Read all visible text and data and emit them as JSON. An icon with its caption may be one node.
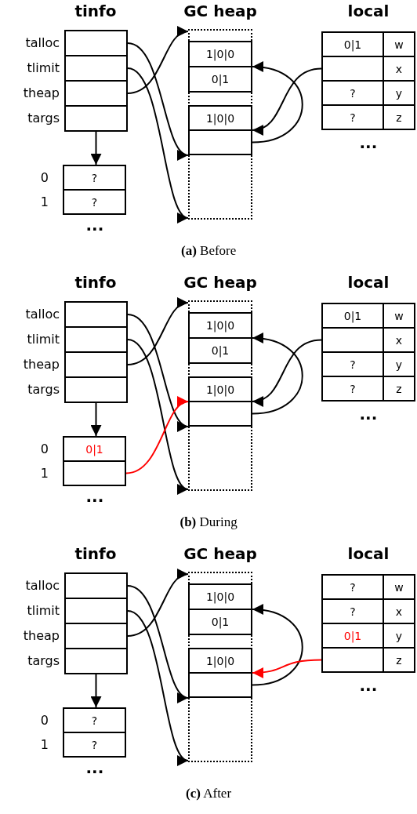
{
  "diagram": {
    "nodes": [
      {
        "text": [
          "tinfo"
        ]
      },
      {
        "text": [
          "talloc"
        ],
        "in": 0
      },
      {
        "text": [
          "tlimit"
        ],
        "in": 0
      },
      {
        "text": [
          "theap"
        ],
        "in": 0
      },
      {
        "text": [
          "targs"
        ],
        "in": 0
      },
      {
        "text": [
          "0",
          "?"
        ]
      },
      {
        "text": [
          "1",
          "?"
        ]
      },
      {
        "text": [
          "GC heap"
        ]
      },
      {
        "text": [],
        "shape": "box",
        "in": 7
      },
      {
        "text": [
          "1|0|0"
        ],
        "in": 8
      },
      {
        "text": [
          "0|1"
        ],
        "in": 8
      },
      {
        "text": [],
        "shape": "box",
        "in": 7
      },
      {
        "text": [
          "1|0|0"
        ],
        "in": 11
      },
      {
        "text": [],
        "shape": "box",
        "in": 11
      },
      {
        "text": [
          "local"
        ]
      },
      {
        "text": [
          "0|1"
        ],
        "in": 14
      },
      {
        "text": [
          "w"
        ],
        "in": 14
      },
      {
        "text": [],
        "shape": "box",
        "in": 14
      },
      {
        "text": [
          "x"
        ],
        "in": 14
      },
      {
        "text": [
          "?"
        ],
        "in": 14
      },
      {
        "text": [
          "y"
        ],
        "in": 14
      },
      {
        "text": [
          "?"
        ],
        "in": 14
      },
      {
        "text": [
          "z"
        ],
        "in": 14
      },
      {
        "text": [
          "tinfo"
        ]
      },
      {
        "text": [
          "talloc"
        ],
        "in": 23
      },
      {
        "text": [
          "tlimit"
        ],
        "in": 23
      },
      {
        "text": [
          "theap"
        ],
        "in": 23
      },
      {
        "text": [
          "targs"
        ],
        "in": 23
      },
      {
        "text": [
          "0",
          "0|1"
        ]
      },
      {
        "text": [
          "1"
        ]
      },
      {
        "text": [
          "GC heap"
        ]
      },
      {
        "text": [],
        "shape": "box",
        "in": 30
      },
      {
        "text": [
          "1|0|0"
        ],
        "in": 31
      },
      {
        "text": [
          "0|1"
        ],
        "in": 31
      },
      {
        "text": [],
        "shape": "box",
        "in": 30
      },
      {
        "text": [
          "1|0|0"
        ],
        "in": 34
      },
      {
        "text": [],
        "shape": "box",
        "in": 34
      },
      {
        "text": [
          "local"
        ]
      },
      {
        "text": [
          "0|1"
        ],
        "in": 37
      },
      {
        "text": [
          "w"
        ],
        "in": 37
      },
      {
        "text": [],
        "shape": "box",
        "in": 37
      },
      {
        "text": [
          "x"
        ],
        "in": 37
      },
      {
        "text": [
          "?"
        ],
        "in": 37
      },
      {
        "text": [
          "y"
        ],
        "in": 37
      },
      {
        "text": [
          "?"
        ],
        "in": 37
      },
      {
        "text": [
          "z"
        ],
        "in": 37
      },
      {
        "text": [
          "tinfo"
        ]
      },
      {
        "text": [
          "talloc"
        ],
        "in": 46
      },
      {
        "text": [
          "tlimit"
        ],
        "in": 46
      },
      {
        "text": [
          "theap"
        ],
        "in": 46
      },
      {
        "text": [
          "targs"
        ],
        "in": 46
      },
      {
        "text": [
          "0",
          "?"
        ]
      },
      {
        "text": [
          "1",
          "?"
        ]
      },
      {
        "text": [
          "GC heap"
        ]
      },
      {
        "text": [],
        "shape": "box",
        "in": 53
      },
      {
        "text": [
          "1|0|0"
        ],
        "in": 54
      },
      {
        "text": [
          "0|1"
        ],
        "in": 54
      },
      {
        "text": [],
        "shape": "box",
        "in": 53
      },
      {
        "text": [
          "1|0|0"
        ],
        "in": 57
      },
      {
        "text": [],
        "shape": "box",
        "in": 57
      },
      {
        "text": [
          "local"
        ]
      },
      {
        "text": [
          "?"
        ],
        "in": 60
      },
      {
        "text": [
          "w"
        ],
        "in": 60
      },
      {
        "text": [
          "?"
        ],
        "in": 60
      },
      {
        "text": [
          "x"
        ],
        "in": 60
      },
      {
        "text": [
          "0|1"
        ],
        "in": 60
      },
      {
        "text": [
          "y"
        ],
        "in": 60
      },
      {
        "text": [],
        "shape": "box",
        "in": 60
      },
      {
        "text": [
          "z"
        ],
        "in": 60
      }
    ],
    "edges": [
      {
        "from": 1,
        "to": 7,
        "arrow": "to"
      },
      {
        "from": 2,
        "to": 7,
        "arrow": "to"
      },
      {
        "from": 3,
        "to": 7,
        "arrow": "to"
      },
      {
        "from": 4,
        "to": 5,
        "arrow": "to"
      },
      {
        "from": 17,
        "to": 11,
        "arrow": "to"
      },
      {
        "from": 13,
        "to": 8,
        "arrow": "to"
      },
      {
        "from": 24,
        "to": 30,
        "arrow": "to"
      },
      {
        "from": 25,
        "to": 30,
        "arrow": "to"
      },
      {
        "from": 26,
        "to": 30,
        "arrow": "to"
      },
      {
        "from": 27,
        "to": 28,
        "arrow": "to"
      },
      {
        "from": 40,
        "to": 34,
        "arrow": "to"
      },
      {
        "from": 36,
        "to": 31,
        "arrow": "to"
      },
      {
        "from": 29,
        "to": 34,
        "arrow": "to",
        "color": "#ff0000"
      },
      {
        "from": 47,
        "to": 53,
        "arrow": "to"
      },
      {
        "from": 48,
        "to": 53,
        "arrow": "to"
      },
      {
        "from": 49,
        "to": 53,
        "arrow": "to"
      },
      {
        "from": 50,
        "to": 51,
        "arrow": "to"
      },
      {
        "from": 59,
        "to": 54,
        "arrow": "to"
      },
      {
        "from": 67,
        "to": 57,
        "arrow": "to",
        "color": "#ff0000"
      }
    ],
    "labels": [
      "...",
      "...",
      "**(a)** Before",
      "...",
      "...",
      "**(b)** During",
      "...",
      "...",
      "**(c)** After"
    ]
  }
}
